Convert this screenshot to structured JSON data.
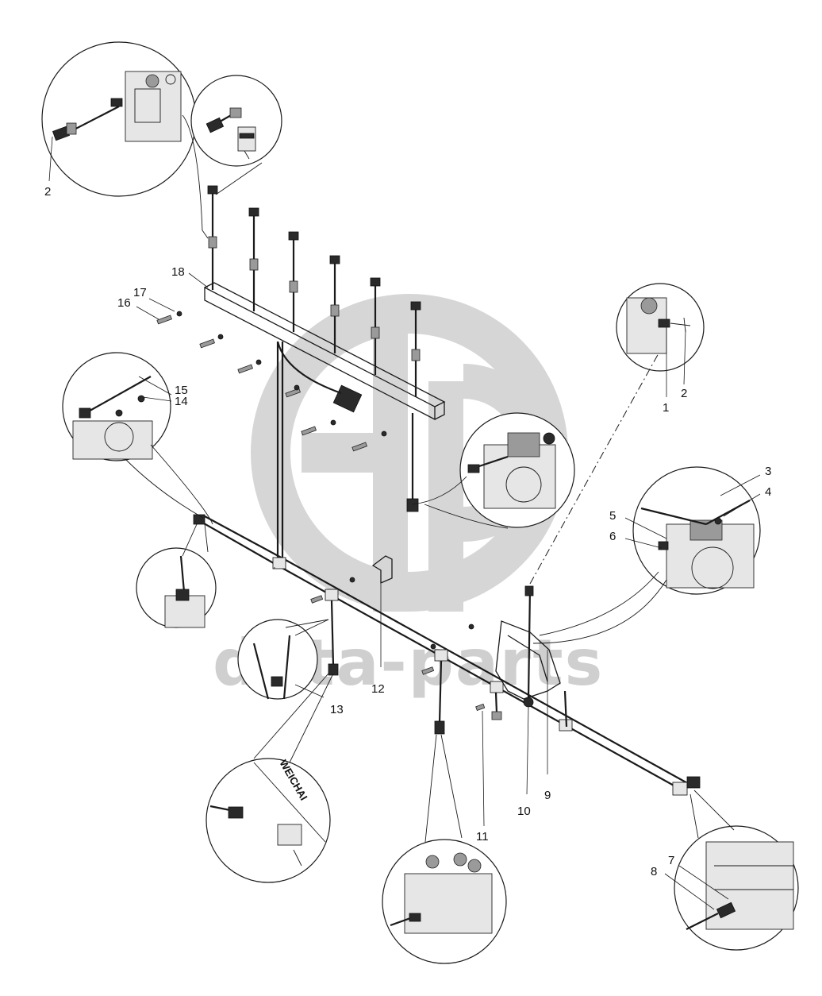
{
  "watermark": {
    "text": "data-parts"
  },
  "callouts": {
    "c1": "1",
    "c2a": "2",
    "c2b": "2",
    "c3": "3",
    "c4": "4",
    "c5": "5",
    "c6": "6",
    "c7": "7",
    "c8": "8",
    "c9": "9",
    "c10": "10",
    "c11": "11",
    "c12": "12",
    "c13": "13",
    "c14": "14",
    "c15": "15",
    "c16": "16",
    "c17": "17",
    "c18": "18"
  },
  "detail_text": {
    "weichai_label": "WEICHAI"
  },
  "colors": {
    "line": "#1a1a1a",
    "watermark": "#cfcfcf",
    "background": "#ffffff"
  }
}
